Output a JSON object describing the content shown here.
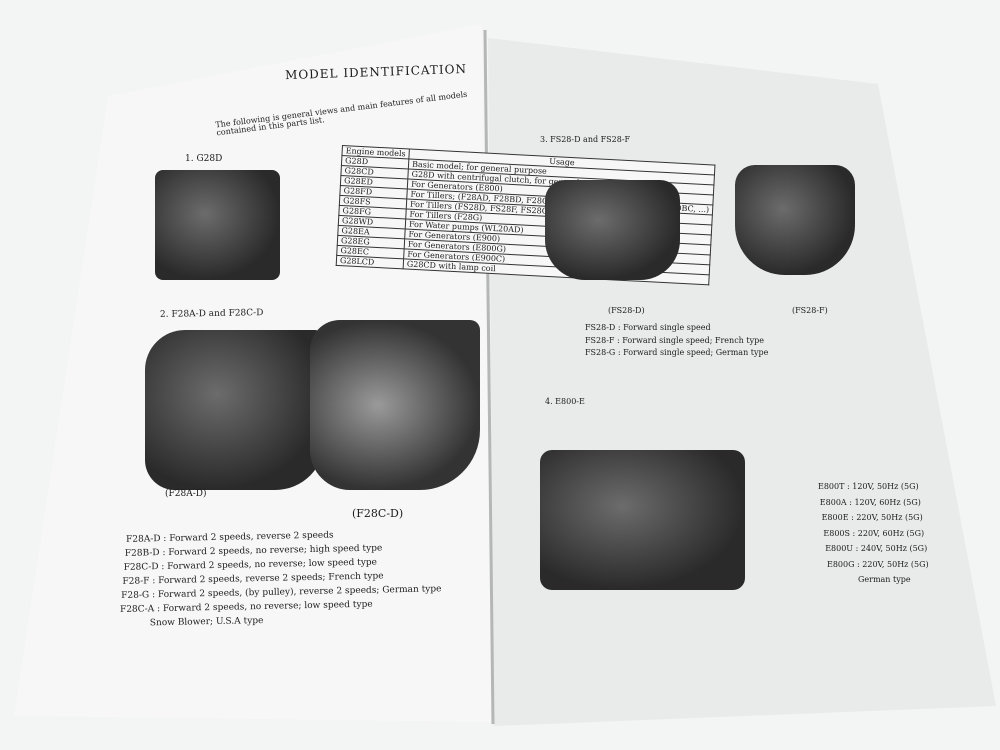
{
  "left_page": {
    "title": "MODEL IDENTIFICATION",
    "intro": "The following is general views and main features of all models contained in this parts list.",
    "section1": "1. G28D",
    "engine_table": {
      "headers": [
        "Engine models",
        "Usage"
      ],
      "rows": [
        [
          "G28D",
          "Basic model; for general purpose"
        ],
        [
          "G28CD",
          "G28D with centrifugal clutch, for general purpose"
        ],
        [
          "G28ED",
          "For Generators (E800)"
        ],
        [
          "G28FD",
          "For Tillers; (F28AD, F28BD, F28CD, F28CA, F28F, WL20BD, WL20BC, ...)"
        ],
        [
          "G28FS",
          "For Tillers (FS28D, FS28F, FS28G)"
        ],
        [
          "G28FG",
          "For Tillers (F28G)"
        ],
        [
          "G28WD",
          "For Water pumps (WL20AD)"
        ],
        [
          "G28EA",
          "For Generators (E900)"
        ],
        [
          "G28EG",
          "For Generators (E800G)"
        ],
        [
          "G28EC",
          "For Generators (E900C)"
        ],
        [
          "G28LCD",
          "G28CD with lamp coil"
        ]
      ]
    },
    "section2": "2. F28A-D and F28C-D",
    "caption_a": "(F28A-D)",
    "caption_c": "(F28C-D)",
    "models": [
      "F28A-D : Forward 2 speeds, reverse 2 speeds",
      "F28B-D : Forward 2 speeds, no reverse; high speed type",
      "F28C-D : Forward 2 speeds, no reverse; low speed type",
      "F28-F  : Forward 2 speeds, reverse 2 speeds; French type",
      "F28-G  : Forward 2 speeds, (by pulley), reverse 2 speeds; German type",
      "F28C-A : Forward 2 speeds, no reverse; low speed type",
      "Snow Blower; U.S.A type"
    ]
  },
  "right_page": {
    "section3": "3. FS28-D and FS28-F",
    "caption_d": "(FS28-D)",
    "caption_f": "(FS28-F)",
    "fs_models": [
      "FS28-D : Forward single speed",
      "FS28-F : Forward single speed; French type",
      "FS28-G : Forward single speed; German type"
    ],
    "section4": "4. E800-E",
    "e800_models": [
      "E800T : 120V, 50Hz (5G)",
      "E800A : 120V, 60Hz (5G)",
      "E800E : 220V, 50Hz (5G)",
      "E800S : 220V, 60Hz (5G)",
      "E800U : 240V, 50Hz (5G)",
      "E800G : 220V, 50Hz (5G)",
      "German type"
    ]
  }
}
